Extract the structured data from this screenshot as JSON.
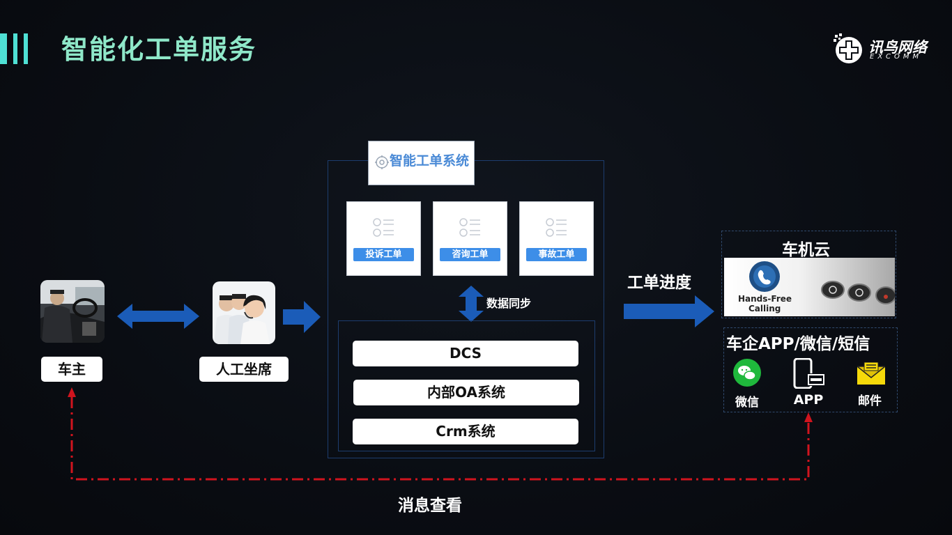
{
  "header": {
    "title": "智能化工单服务",
    "brand_name": "讯鸟网络",
    "brand_sub": "EXCOMM"
  },
  "actors": {
    "owner_label": "车主",
    "agent_label": "人工坐席"
  },
  "system": {
    "title": "智能工单系统",
    "tickets": [
      "投诉工单",
      "咨询工单",
      "事故工单"
    ],
    "sync_label": "数据同步",
    "backends": [
      "DCS",
      "内部OA系统",
      "Crm系统"
    ]
  },
  "progress_label": "工单进度",
  "cloud": {
    "title": "车机云",
    "image_text_line1": "Hands-Free",
    "image_text_line2": "Calling"
  },
  "channels": {
    "title": "车企APP/微信/短信",
    "items": [
      "微信",
      "APP",
      "邮件"
    ]
  },
  "message_label": "消息查看",
  "colors": {
    "accent_teal": "#4fe0d4",
    "title_green": "#8fe8c9",
    "arrow_blue": "#1b5cb8",
    "dash_red": "#d0141e",
    "ticket_blue": "#3d8ee8"
  },
  "icons": [
    "driver-photo",
    "agents-photo",
    "list-icon",
    "wechat-icon",
    "phone-app-icon",
    "mail-icon",
    "handsfree-icon"
  ]
}
